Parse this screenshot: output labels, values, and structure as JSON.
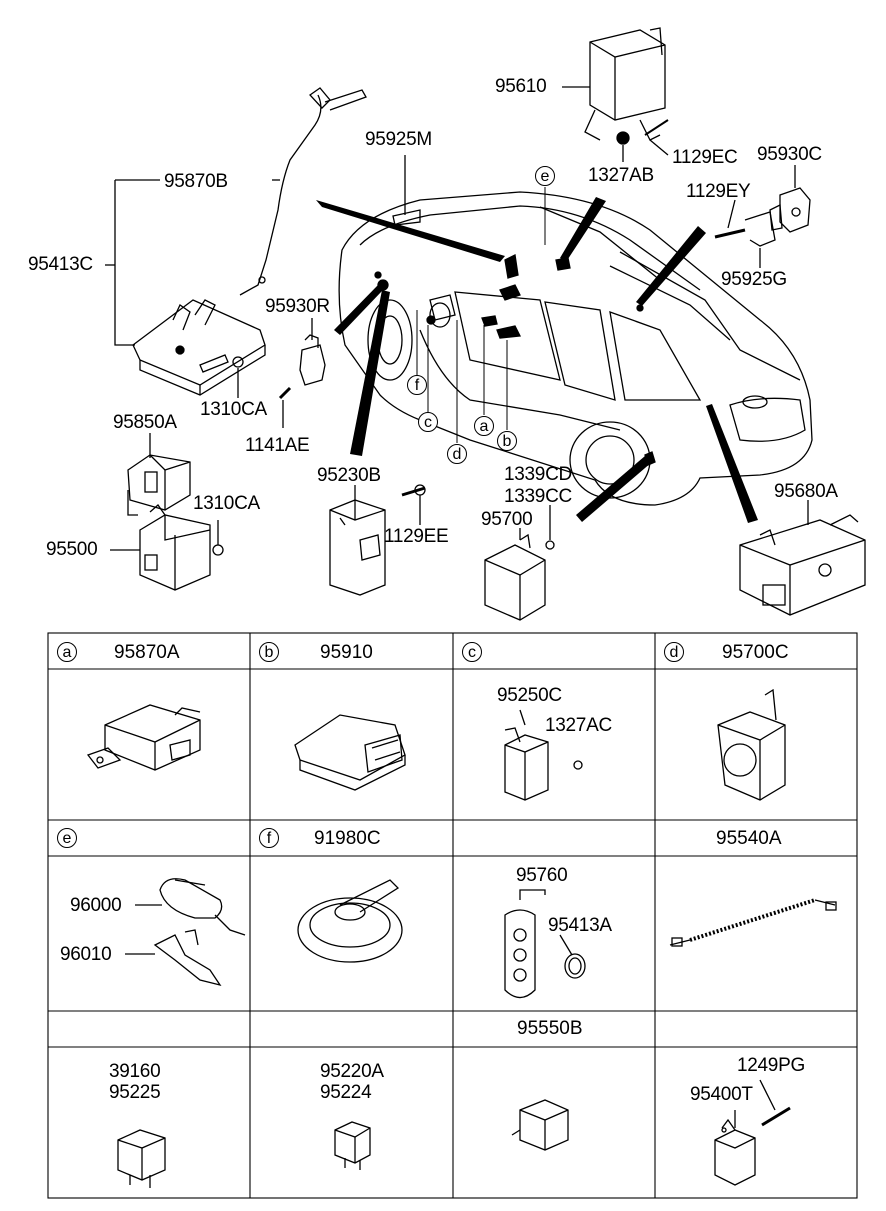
{
  "main_labels": {
    "p95610": "95610",
    "p95925M": "95925M",
    "p1327AB": "1327AB",
    "p1129EC": "1129EC",
    "p95930C": "95930C",
    "p95870B": "95870B",
    "p95413C": "95413C",
    "p1129EY": "1129EY",
    "p95925G": "95925G",
    "p95930R": "95930R",
    "p1310CA_a": "1310CA",
    "p1141AE": "1141AE",
    "p95850A": "95850A",
    "p1310CA_b": "1310CA",
    "p95500": "95500",
    "p95230B": "95230B",
    "p1129EE": "1129EE",
    "p1339CD": "1339CD",
    "p1339CC": "1339CC",
    "p95700": "95700",
    "p95680A": "95680A"
  },
  "callouts": {
    "e": "e",
    "f": "f",
    "c": "c",
    "d": "d",
    "a": "a",
    "b": "b"
  },
  "table": {
    "row1": [
      {
        "letter": "a",
        "part": "95870A"
      },
      {
        "letter": "b",
        "part": "95910"
      },
      {
        "letter": "c",
        "part": ""
      },
      {
        "letter": "d",
        "part": "95700C"
      }
    ],
    "row1_sub": {
      "c_part1": "95250C",
      "c_part2": "1327AC"
    },
    "row2": [
      {
        "letter": "e",
        "part": ""
      },
      {
        "letter": "f",
        "part": "91980C"
      },
      {
        "letter": "",
        "part": ""
      },
      {
        "letter": "",
        "part": "95540A"
      }
    ],
    "row2_sub": {
      "e_part1": "96000",
      "e_part2": "96010",
      "g_part1": "95760",
      "g_part2": "95413A"
    },
    "row3": [
      {
        "letter": "",
        "part": ""
      },
      {
        "letter": "",
        "part": ""
      },
      {
        "letter": "",
        "part": "95550B"
      },
      {
        "letter": "",
        "part": ""
      }
    ],
    "row3_sub": {
      "a_part1": "39160",
      "a_part2": "95225",
      "b_part1": "95220A",
      "b_part2": "95224",
      "d_part1": "1249PG",
      "d_part2": "95400T"
    }
  }
}
